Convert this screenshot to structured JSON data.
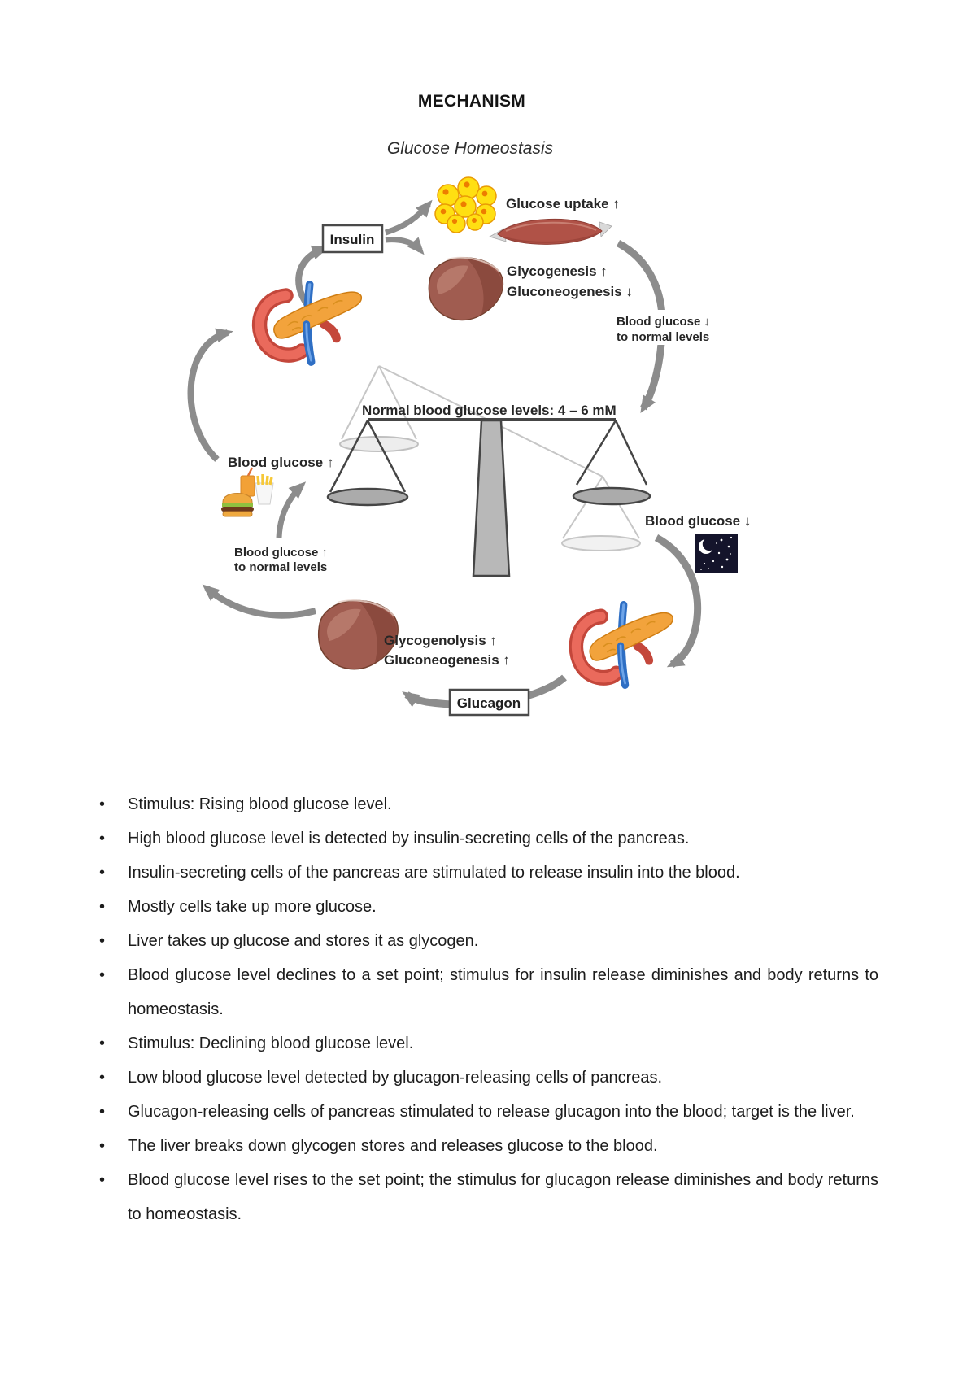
{
  "page": {
    "title": "MECHANISM",
    "subtitle": "Glucose Homeostasis"
  },
  "diagram": {
    "insulin_box": "Insulin",
    "glucagon_box": "Glucagon",
    "glucose_uptake_label": "Glucose uptake ↑",
    "glycogenesis_label": "Glycogenesis ↑",
    "gluconeogenesis_down_label": "Gluconeogenesis ↓",
    "bg_down_to_normal_line1": "Blood glucose ↓",
    "bg_down_to_normal_line2": "to normal levels",
    "scale_caption": "Normal blood glucose levels: 4 – 6 mM",
    "bg_up_label": "Blood glucose ↑",
    "bg_up_to_normal_line1": "Blood glucose ↑",
    "bg_up_to_normal_line2": "to normal levels",
    "bg_down_label": "Blood glucose ↓",
    "glycogenolysis_label": "Glycogenolysis ↑",
    "gluconeogenesis_up_label": "Gluconeogenesis ↑"
  },
  "icons": {
    "bullet": "•",
    "up_arrow": "↑",
    "down_arrow": "↓"
  },
  "colors": {
    "arrow": "#8c8c8c",
    "label_text": "#262626",
    "fat_cell": "#ffdf12",
    "muscle": "#b05247",
    "liver": "#a05c50",
    "pancreas": "#f2a33c",
    "duodenum": "#e05a4e",
    "blood_vessel": "#2f6fc4",
    "night_sky": "#14142b",
    "scale": "#b5b5b5"
  },
  "bullets": [
    "Stimulus: Rising blood glucose level.",
    "High blood glucose level is detected by insulin-secreting cells of the pancreas.",
    "Insulin-secreting cells of the pancreas are stimulated to release insulin into the blood.",
    "Mostly cells take up more glucose.",
    "Liver takes up glucose and stores it as glycogen.",
    "Blood glucose level declines to a set point; stimulus for insulin release diminishes and body returns to homeostasis.",
    "Stimulus: Declining blood glucose level.",
    "Low blood glucose level detected by glucagon-releasing cells of pancreas.",
    "Glucagon-releasing cells of pancreas stimulated to release glucagon into the blood; target is the liver.",
    "The liver breaks down glycogen stores and releases glucose to the blood.",
    "Blood glucose level rises to the set point; the stimulus for glucagon release diminishes and body returns to homeostasis."
  ]
}
